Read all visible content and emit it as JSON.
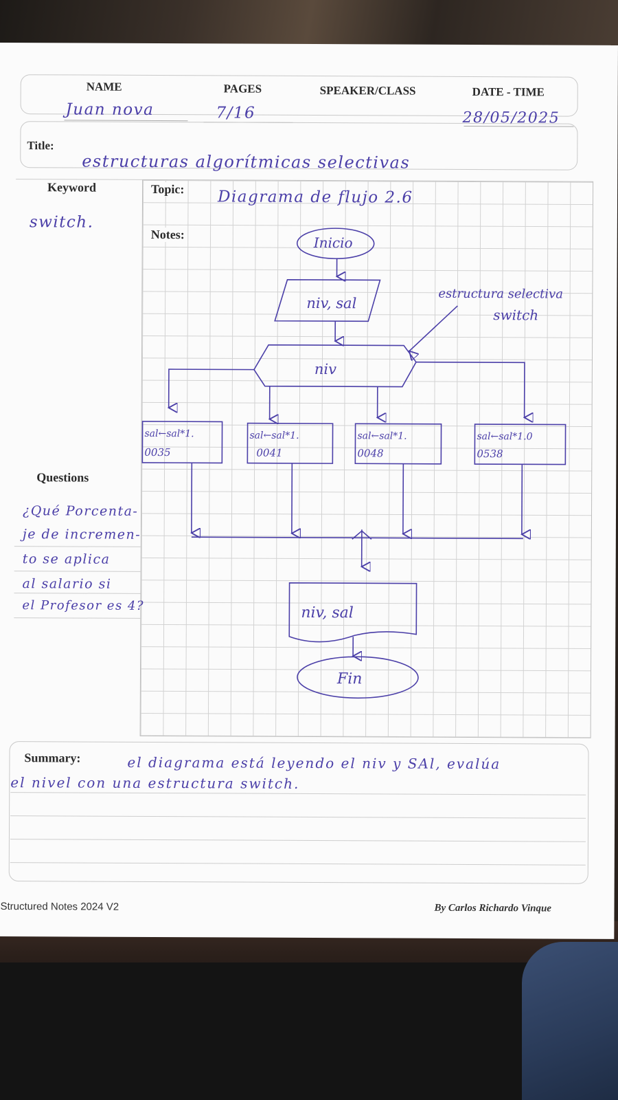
{
  "header": {
    "name_label": "NAME",
    "pages_label": "PAGES",
    "speaker_label": "SPEAKER/CLASS",
    "date_label": "DATE - TIME",
    "name_value": "Juan nova",
    "pages_value": "7/16",
    "date_value": "28/05/2025"
  },
  "title": {
    "label": "Title:",
    "value": "estructuras algorítmicas selectivas"
  },
  "keyword": {
    "label": "Keyword",
    "value": "switch."
  },
  "topic": {
    "label": "Topic:",
    "value": "Diagrama de flujo 2.6"
  },
  "notes": {
    "label": "Notes:"
  },
  "flowchart": {
    "start": "Inicio",
    "input": "niv, sal",
    "annotation_line1": "estructura selectiva",
    "annotation_line2": "switch",
    "decision": "niv",
    "cases": [
      {
        "line1": "sal←sal*1.",
        "line2": "0035"
      },
      {
        "line1": "sal←sal*1.",
        "line2": "0041"
      },
      {
        "line1": "sal←sal*1.",
        "line2": "0048"
      },
      {
        "line1": "sal←sal*1.0",
        "line2": "0538"
      }
    ],
    "output": "niv, sal",
    "end": "Fin"
  },
  "questions": {
    "label": "Questions",
    "lines": [
      "¿Qué Porcenta-",
      "je de incremen-",
      "to se aplica",
      "al salario si",
      "el Profesor es 4?"
    ]
  },
  "summary": {
    "label": "Summary:",
    "line1": "el diagrama está leyendo el niv y SAl, evalúa",
    "line2": "el nivel con una estructura switch."
  },
  "footer": {
    "left": "Structured Notes 2024 V2",
    "right": "By Carlos Richardo Vinque"
  },
  "colors": {
    "ink": "#4b3fa8",
    "paper": "#fbfbfb",
    "grid": "#d2d2d2"
  }
}
